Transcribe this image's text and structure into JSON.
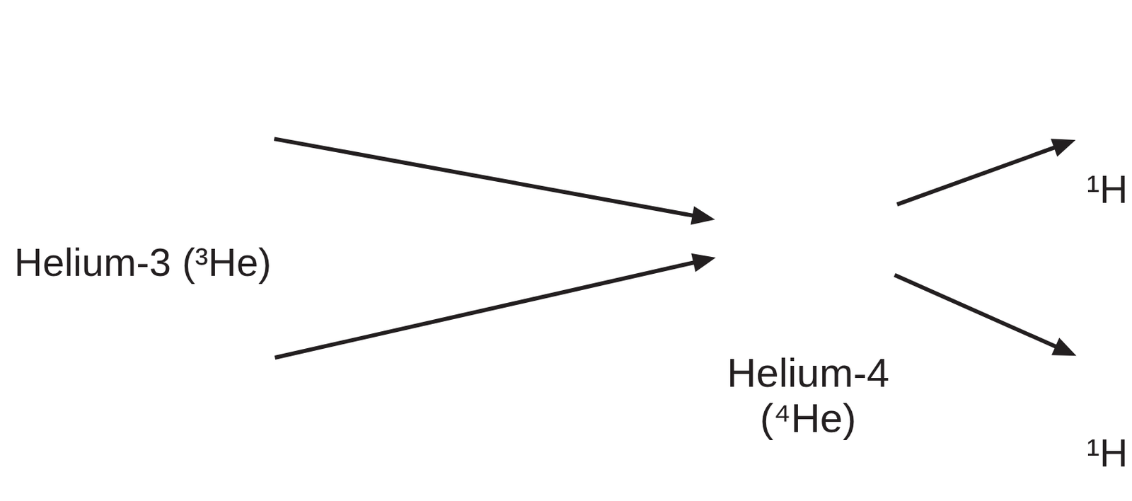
{
  "diagram": {
    "nodes": [
      {
        "text": [
          "Helium-3 (³He)"
        ]
      },
      {
        "text": []
      },
      {
        "text": [
          "Helium-4 (⁴He)"
        ]
      },
      {
        "text": [
          "¹H"
        ]
      },
      {
        "text": [
          "¹H"
        ]
      }
    ],
    "edges": [
      {
        "from": 0,
        "to": 2,
        "arrow": "to"
      },
      {
        "from": 1,
        "to": 2,
        "arrow": "to"
      },
      {
        "from": 2,
        "to": 3,
        "arrow": "to"
      },
      {
        "from": 2,
        "to": 4,
        "arrow": "to"
      }
    ]
  }
}
